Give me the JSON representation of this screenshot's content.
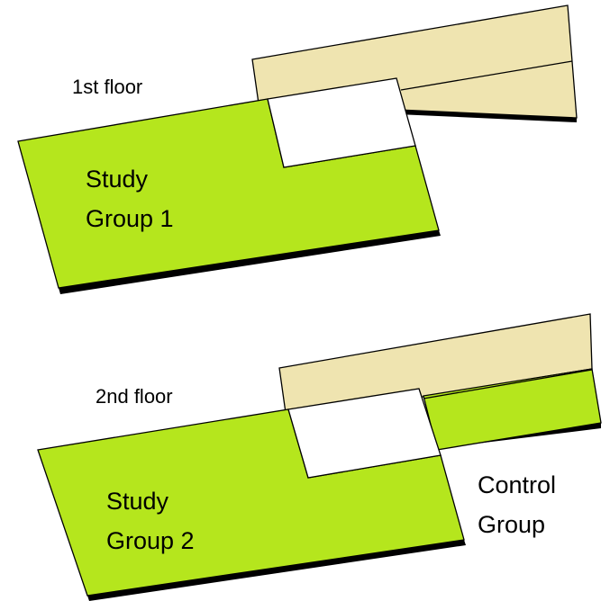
{
  "floors": [
    {
      "id": "floor-1",
      "floor_label": "1st floor",
      "study_group_line1": "Study",
      "study_group_line2": "Group 1"
    },
    {
      "id": "floor-2",
      "floor_label": "2nd floor",
      "study_group_line1": "Study",
      "study_group_line2": "Group 2",
      "control_group_line1": "Control",
      "control_group_line2": "Group"
    }
  ],
  "colors": {
    "study_area": "#b5e61d",
    "other_area": "#efe4b0",
    "courtyard": "#ffffff",
    "edge": "#000000"
  }
}
